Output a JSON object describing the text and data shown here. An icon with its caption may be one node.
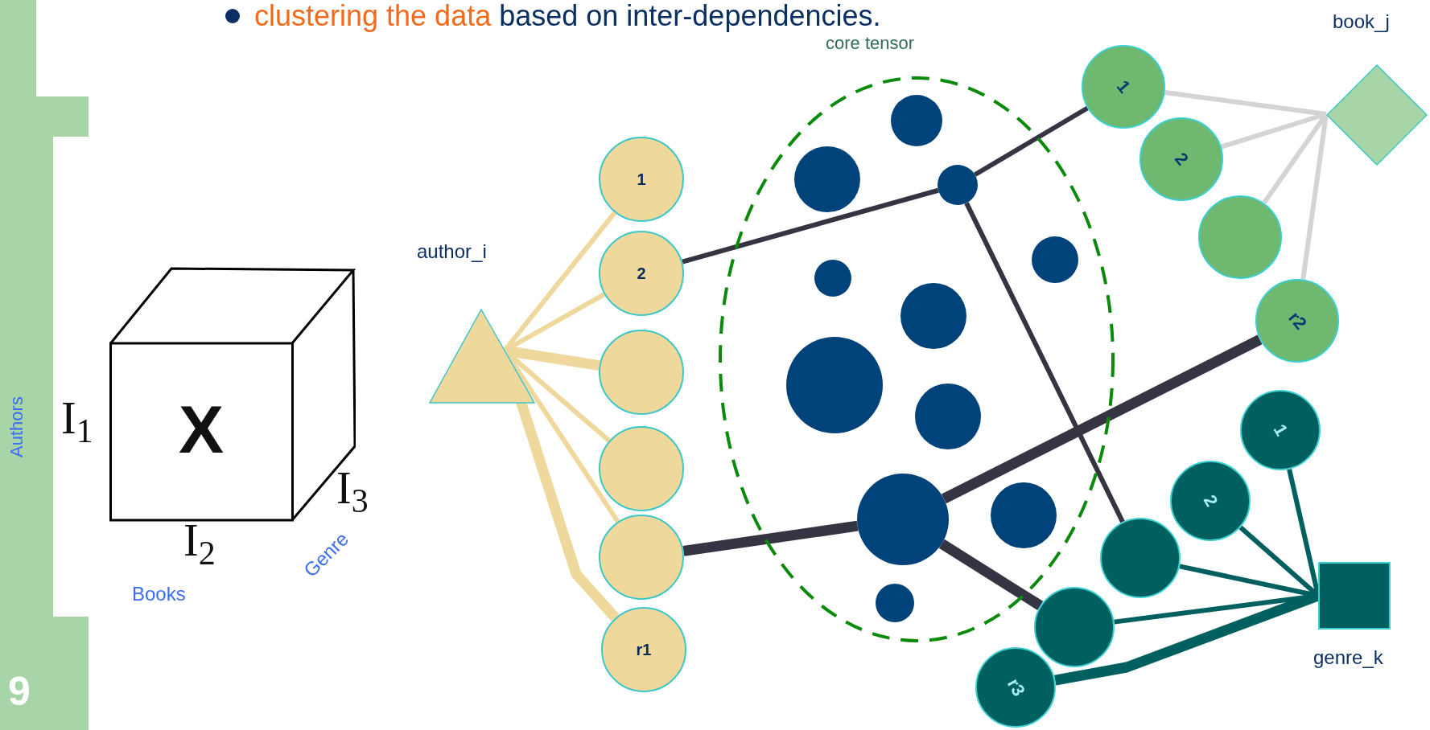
{
  "diagram": {
    "nodes": [
      {
        "text": [
          "X"
        ],
        "beside": [
          "I$_{1}$",
          "I$_{2}$",
          "I$_{3}$"
        ]
      },
      {
        "text": [
          "author_i"
        ]
      },
      {
        "text": [
          "1"
        ]
      },
      {
        "text": [
          "2"
        ]
      },
      {
        "text": [],
        "shape": "circle"
      },
      {
        "text": [],
        "shape": "circle"
      },
      {
        "text": [],
        "shape": "circle"
      },
      {
        "text": [
          "r1"
        ]
      },
      {
        "text": [
          "core tensor"
        ]
      },
      {
        "text": [],
        "shape": "circle",
        "in": 8
      },
      {
        "text": [],
        "shape": "circle",
        "in": 8
      },
      {
        "text": [],
        "shape": "circle",
        "in": 8
      },
      {
        "text": [],
        "shape": "circle",
        "in": 8
      },
      {
        "text": [],
        "shape": "circle",
        "in": 8
      },
      {
        "text": [],
        "shape": "circle",
        "in": 8
      },
      {
        "text": [],
        "shape": "circle",
        "in": 8
      },
      {
        "text": [],
        "shape": "circle",
        "in": 8
      },
      {
        "text": [],
        "shape": "circle",
        "in": 8
      },
      {
        "text": [],
        "shape": "circle",
        "in": 8
      },
      {
        "text": [],
        "shape": "circle",
        "in": 8
      },
      {
        "text": [
          "1"
        ]
      },
      {
        "text": [
          "2"
        ]
      },
      {
        "text": [],
        "shape": "circle"
      },
      {
        "text": [
          "r2"
        ]
      },
      {
        "text": [
          "book_j"
        ]
      },
      {
        "text": [
          "1"
        ]
      },
      {
        "text": [
          "2"
        ]
      },
      {
        "text": [],
        "shape": "circle"
      },
      {
        "text": [],
        "shape": "circle"
      },
      {
        "text": [
          "r3"
        ]
      },
      {
        "text": [
          "genre_k"
        ]
      }
    ],
    "edges": [
      {
        "from": 1,
        "to": 2,
        "arrow": "none",
        "color": "#eed89c"
      },
      {
        "from": 1,
        "to": 3,
        "arrow": "none",
        "color": "#eed89c"
      },
      {
        "from": 1,
        "to": 4,
        "arrow": "none",
        "color": "#eed89c",
        "style": "thick"
      },
      {
        "from": 1,
        "to": 5,
        "arrow": "none",
        "color": "#eed89c"
      },
      {
        "from": 1,
        "to": 6,
        "arrow": "none",
        "color": "#eed89c"
      },
      {
        "from": 1,
        "to": 7,
        "arrow": "none",
        "color": "#eed89c",
        "style": "thick"
      },
      {
        "from": 3,
        "to": 11,
        "arrow": "none",
        "color": "#343442"
      },
      {
        "from": 11,
        "to": 20,
        "arrow": "none",
        "color": "#343442"
      },
      {
        "from": 11,
        "to": 27,
        "arrow": "none",
        "color": "#343442"
      },
      {
        "from": 6,
        "to": 17,
        "arrow": "none",
        "color": "#343442",
        "style": "thick"
      },
      {
        "from": 17,
        "to": 23,
        "arrow": "none",
        "color": "#343442",
        "style": "thick"
      },
      {
        "from": 17,
        "to": 28,
        "arrow": "none",
        "color": "#343442",
        "style": "thick"
      },
      {
        "from": 20,
        "to": 24,
        "arrow": "none",
        "color": "#d4d4d4"
      },
      {
        "from": 21,
        "to": 24,
        "arrow": "none",
        "color": "#d4d4d4"
      },
      {
        "from": 22,
        "to": 24,
        "arrow": "none",
        "color": "#d4d4d4"
      },
      {
        "from": 23,
        "to": 24,
        "arrow": "none",
        "color": "#d4d4d4"
      },
      {
        "from": 25,
        "to": 30,
        "arrow": "none",
        "color": "#005f5f"
      },
      {
        "from": 26,
        "to": 30,
        "arrow": "none",
        "color": "#005f5f"
      },
      {
        "from": 27,
        "to": 30,
        "arrow": "none",
        "color": "#005f5f"
      },
      {
        "from": 28,
        "to": 30,
        "arrow": "none",
        "color": "#005f5f"
      },
      {
        "from": 29,
        "to": 30,
        "arrow": "none",
        "color": "#005f5f",
        "style": "thick"
      }
    ],
    "labels": [
      "clustering the data",
      "based on inter-dependencies.",
      "Authors",
      "Books",
      "Genre",
      "9"
    ]
  }
}
